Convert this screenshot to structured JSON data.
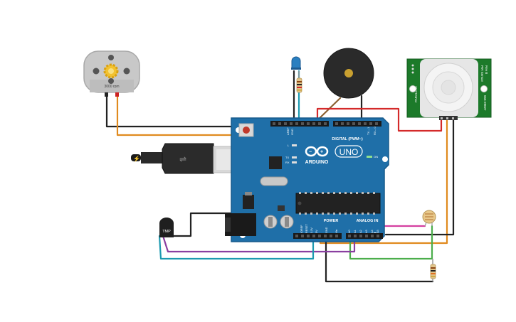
{
  "motor": {
    "label": "3000 rpm"
  },
  "temp_sensor": {
    "label": "TMP"
  },
  "pir": {
    "left_label": "PARALLAX",
    "right_label_1": "PIR Sensor",
    "right_label_2": "Rev B",
    "right_label_3": "555-28027"
  },
  "board": {
    "name": "ARDUINO",
    "model": "UNO",
    "digital_header": "DIGITAL (PWM~)",
    "analog_header": "ANALOG IN",
    "power_header": "POWER",
    "aref_label": "AREF",
    "gnd_label": "GND",
    "tx_label": "TX",
    "rx_label": "RX",
    "l_label": "L",
    "on_label": "ON",
    "ioref_label": "IOREF",
    "reset_label": "RESET",
    "v33_label": "3.3V",
    "v5_label": "5V",
    "gnd2_label": "GND",
    "vin_label": "Vin",
    "a0": "A0",
    "a1": "A1",
    "a2": "A2",
    "a3": "A3",
    "a4": "A4",
    "a5": "A5",
    "tx1": "TX→1",
    "rx0": "RX←0"
  },
  "colors": {
    "board": "#1f6fa8",
    "wire_black": "#222222",
    "wire_orange": "#e08a1e",
    "wire_red": "#d42a2a",
    "wire_purple": "#8a3fa0",
    "wire_teal": "#1d9ab0",
    "wire_green": "#4cae4c",
    "wire_magenta": "#d43fa0",
    "wire_brown": "#8a6030"
  }
}
